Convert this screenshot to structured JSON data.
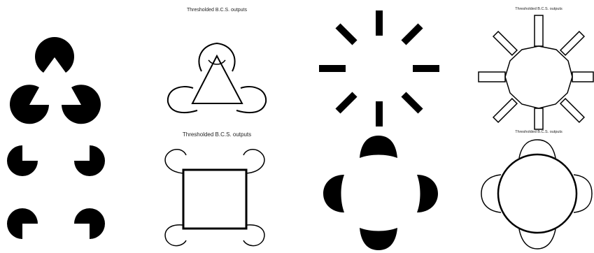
{
  "panels": [
    {
      "id": "triangle-inducers",
      "kind": "stimulus",
      "caption": ""
    },
    {
      "id": "triangle-bcs",
      "kind": "output",
      "caption": "Thresholded B.C.S. outputs"
    },
    {
      "id": "radial-lines",
      "kind": "stimulus",
      "caption": ""
    },
    {
      "id": "radial-lines-bcs",
      "kind": "output",
      "caption": "Thresholded B.C.S. outputs"
    },
    {
      "id": "square-inducers",
      "kind": "stimulus",
      "caption": ""
    },
    {
      "id": "square-bcs",
      "kind": "output",
      "caption": "Thresholded B.C.S. outputs"
    },
    {
      "id": "circle-inducers",
      "kind": "stimulus",
      "caption": ""
    },
    {
      "id": "circle-bcs",
      "kind": "output",
      "caption": "Thresholded B.C.S. outputs"
    }
  ],
  "colors": {
    "ink": "#000000",
    "background": "#ffffff"
  }
}
